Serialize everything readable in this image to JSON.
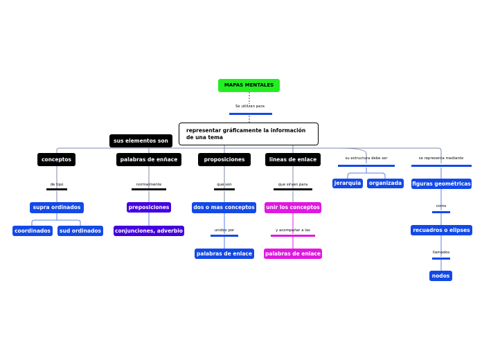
{
  "colors": {
    "root": "#22ee22",
    "dark": "#000000",
    "blue": "#1349e6",
    "purple": "#4400e0",
    "magenta": "#e018e0",
    "line_gray": "#7d8aa8",
    "line_blue": "#5a7fe0"
  },
  "map": {
    "root": "MAPAS MENTALES",
    "root_link": "Se utilizan para",
    "central": "representar gráficamente la información de una tema",
    "side_label": "sus elementos son",
    "conceptos": {
      "title": "conceptos",
      "link": "de tipo",
      "child": "supra ordinados",
      "grandchildren": [
        "coordinados",
        "sud ordinados"
      ]
    },
    "palabras": {
      "title": "palabras de enñace",
      "link": "normalmente",
      "child": "preposiciones",
      "grandchild": "conjunciones, adverbio"
    },
    "proposiciones": {
      "title": "proposiciones",
      "link": "que son",
      "child": "dos o mas conceptos",
      "link2": "unidos por",
      "grandchild": "palabras de enlace"
    },
    "lineas": {
      "title": "lineas de enlace",
      "link": "que sirven para",
      "child": "unir los conceptos",
      "link2": "y acompañar a las",
      "grandchild": "palabras de enlace"
    },
    "estructura": {
      "link": "su estructura debe ser",
      "children": [
        "jerarquia",
        "organizada"
      ]
    },
    "representa": {
      "link": "se representa mediante",
      "child": "figuras geométricas",
      "link2": "como",
      "child2": "recuadros o elipses",
      "link3": "llamados",
      "child3": "nodos"
    }
  }
}
